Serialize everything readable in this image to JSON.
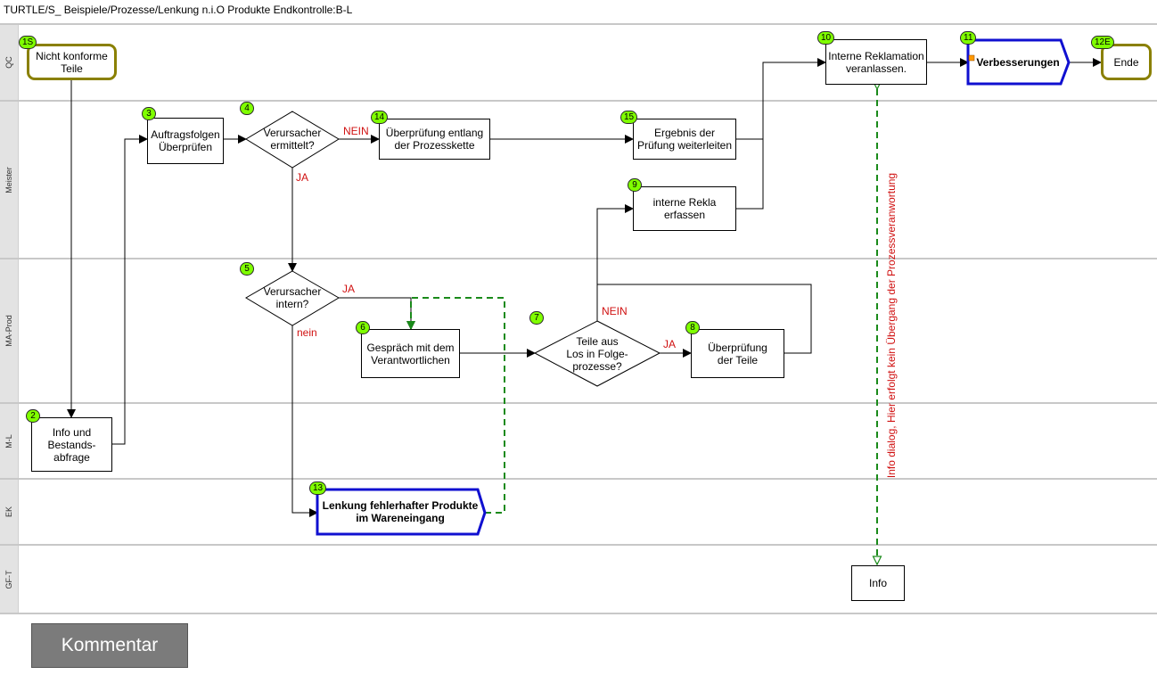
{
  "title": "TURTLE/S_ Beispiele/Prozesse/Lenkung n.i.O Produkte Endkontrolle:B-L",
  "lanes": [
    "QC",
    "Meister",
    "MA-Prod",
    "M-L",
    "EK",
    "GF-T"
  ],
  "nodes": {
    "n1S": {
      "badge": "1S",
      "text": "Nicht konforme\nTeile"
    },
    "n2": {
      "badge": "2",
      "text": "Info und\nBestands-\nabfrage"
    },
    "n3": {
      "badge": "3",
      "text": "Auftragsfolgen\nÜberprüfen"
    },
    "n4": {
      "badge": "4",
      "text": "Verursacher\nermittelt?"
    },
    "n5": {
      "badge": "5",
      "text": "Verursacher\nintern?"
    },
    "n6": {
      "badge": "6",
      "text": "Gespräch mit dem\nVerantwortlichen"
    },
    "n7": {
      "badge": "7",
      "text": "Teile aus\nLos in Folge-\nprozesse?"
    },
    "n8": {
      "badge": "8",
      "text": "Überprüfung\nder Teile"
    },
    "n9": {
      "badge": "9",
      "text": "interne Rekla\nerfassen"
    },
    "n10": {
      "badge": "10",
      "text": "Interne Reklamation\nveranlassen."
    },
    "n11": {
      "badge": "11",
      "text": "Verbesserungen"
    },
    "n12E": {
      "badge": "12E",
      "text": "Ende"
    },
    "n13": {
      "badge": "13",
      "text": "Lenkung fehlerhafter Produkte\nim Wareneingang"
    },
    "n14": {
      "badge": "14",
      "text": "Überprüfung entlang\nder Prozesskette"
    },
    "n15": {
      "badge": "15",
      "text": "Ergebnis der\nPrüfung weiterleiten"
    },
    "info": {
      "text": "Info"
    }
  },
  "edge_labels": {
    "n4_no": "NEIN",
    "n4_yes": "JA",
    "n5_yes": "JA",
    "n5_no": "nein",
    "n7_no": "NEIN",
    "n7_yes": "JA"
  },
  "info_note": "Info dialog, Hier erfolgt kein Übergang der Prozessveranwortung",
  "comment_button": "Kommentar",
  "colors": {
    "badge": "#7fff00",
    "terminal_border": "#8a8000",
    "subprocess_border": "#1010d0",
    "edge_label": "#d01010",
    "dashed_connector": "#1a8a1a",
    "lane_header": "#e3e3e3"
  }
}
